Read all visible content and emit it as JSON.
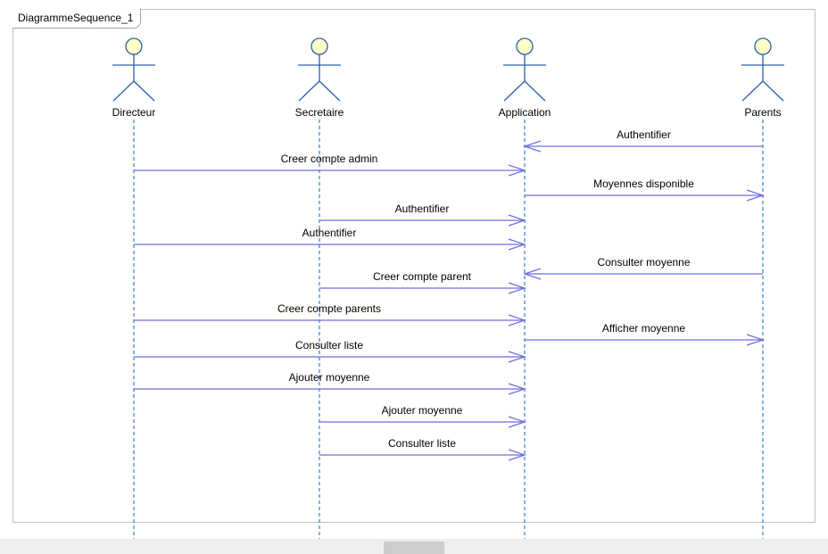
{
  "diagram": {
    "title": "DiagrammeSequence_1",
    "actors": [
      {
        "id": "directeur",
        "name": "Directeur"
      },
      {
        "id": "secretaire",
        "name": "Secretaire"
      },
      {
        "id": "application",
        "name": "Application"
      },
      {
        "id": "parents",
        "name": "Parents"
      }
    ],
    "messages": [
      {
        "from": "parents",
        "to": "application",
        "label": "Authentifier"
      },
      {
        "from": "directeur",
        "to": "application",
        "label": "Creer compte admin"
      },
      {
        "from": "application",
        "to": "parents",
        "label": "Moyennes disponible"
      },
      {
        "from": "secretaire",
        "to": "application",
        "label": "Authentifier"
      },
      {
        "from": "directeur",
        "to": "application",
        "label": "Authentifier"
      },
      {
        "from": "parents",
        "to": "application",
        "label": "Consulter moyenne"
      },
      {
        "from": "secretaire",
        "to": "application",
        "label": "Creer compte parent"
      },
      {
        "from": "directeur",
        "to": "application",
        "label": "Creer compte parents"
      },
      {
        "from": "application",
        "to": "parents",
        "label": "Afficher moyenne"
      },
      {
        "from": "directeur",
        "to": "application",
        "label": "Consulter liste"
      },
      {
        "from": "directeur",
        "to": "application",
        "label": "Ajouter moyenne"
      },
      {
        "from": "secretaire",
        "to": "application",
        "label": "Ajouter moyenne"
      },
      {
        "from": "secretaire",
        "to": "application",
        "label": "Consulter liste"
      }
    ],
    "colors": {
      "actor_fill": "#ffffc8",
      "actor_stroke": "#2b5fb0",
      "lifeline": "#3a7fd0",
      "message": "#6e6edc",
      "frame_border": "#b8c0cc"
    }
  }
}
